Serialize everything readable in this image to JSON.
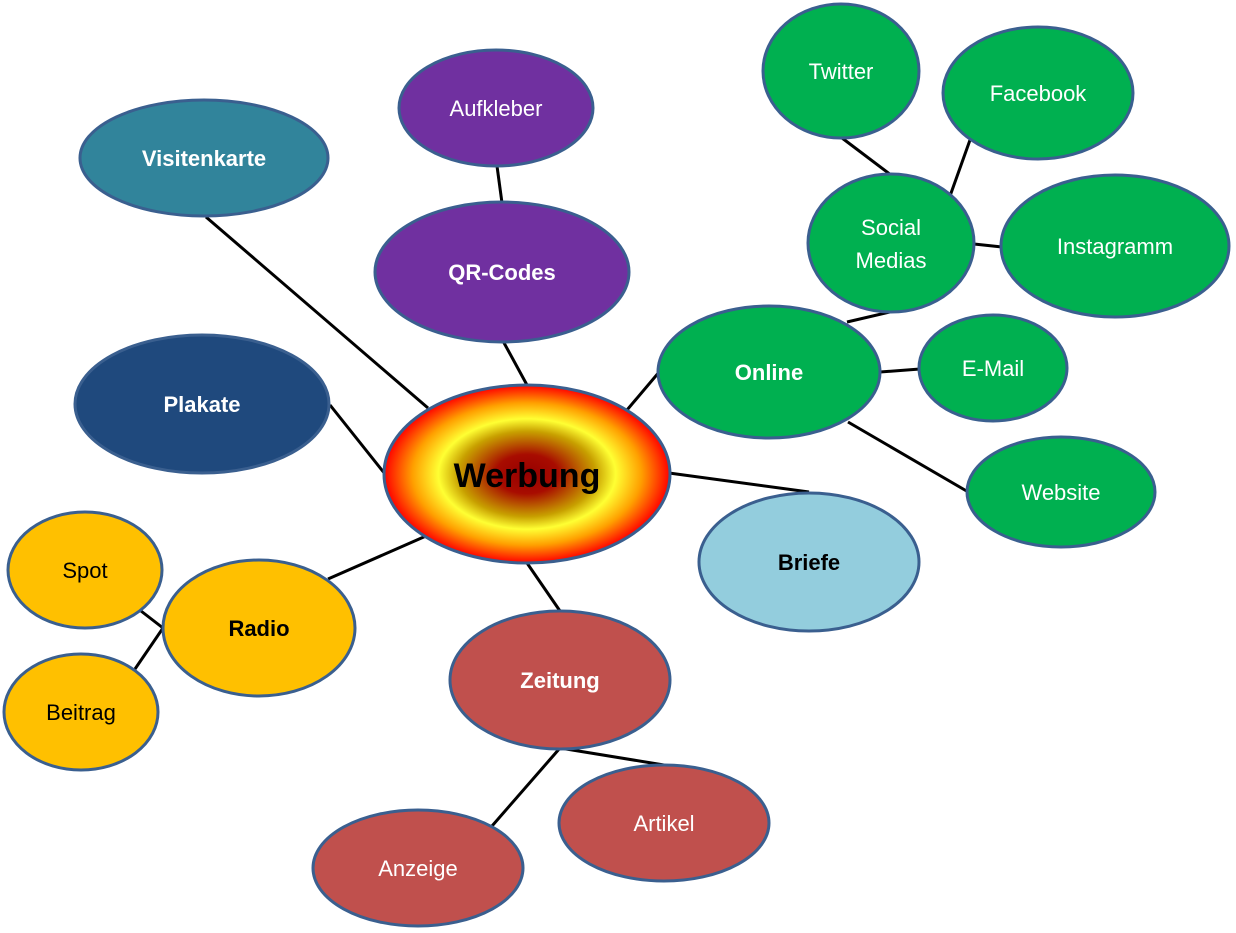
{
  "diagram": {
    "type": "mind-map",
    "center": {
      "id": "werbung",
      "label": "Werbung"
    },
    "nodes": [
      {
        "id": "visitenkarte",
        "label": "Visitenkarte",
        "bold": true,
        "fill": "#31849B"
      },
      {
        "id": "qr",
        "label": "QR-Codes",
        "bold": true,
        "fill": "#7030A0"
      },
      {
        "id": "aufkleber",
        "label": "Aufkleber",
        "bold": false,
        "fill": "#7030A0"
      },
      {
        "id": "plakate",
        "label": "Plakate",
        "bold": true,
        "fill": "#1F497D"
      },
      {
        "id": "online",
        "label": "Online",
        "bold": true,
        "fill": "#00B050"
      },
      {
        "id": "social",
        "label": "Social",
        "label2": "Medias",
        "bold": false,
        "fill": "#00B050"
      },
      {
        "id": "twitter",
        "label": "Twitter",
        "bold": false,
        "fill": "#00B050"
      },
      {
        "id": "facebook",
        "label": "Facebook",
        "bold": false,
        "fill": "#00B050"
      },
      {
        "id": "instagramm",
        "label": "Instagramm",
        "bold": false,
        "fill": "#00B050"
      },
      {
        "id": "email",
        "label": "E-Mail",
        "bold": false,
        "fill": "#00B050"
      },
      {
        "id": "website",
        "label": "Website",
        "bold": false,
        "fill": "#00B050"
      },
      {
        "id": "briefe",
        "label": "Briefe",
        "bold": true,
        "fill": "#93CDDD"
      },
      {
        "id": "radio",
        "label": "Radio",
        "bold": true,
        "fill": "#FFC000"
      },
      {
        "id": "spot",
        "label": "Spot",
        "bold": false,
        "fill": "#FFC000"
      },
      {
        "id": "beitrag",
        "label": "Beitrag",
        "bold": false,
        "fill": "#FFC000"
      },
      {
        "id": "zeitung",
        "label": "Zeitung",
        "bold": true,
        "fill": "#C0504D"
      },
      {
        "id": "artikel",
        "label": "Artikel",
        "bold": false,
        "fill": "#C0504D"
      },
      {
        "id": "anzeige",
        "label": "Anzeige",
        "bold": false,
        "fill": "#C0504D"
      }
    ],
    "edges": [
      [
        "werbung",
        "visitenkarte"
      ],
      [
        "werbung",
        "qr"
      ],
      [
        "qr",
        "aufkleber"
      ],
      [
        "werbung",
        "plakate"
      ],
      [
        "werbung",
        "online"
      ],
      [
        "online",
        "social"
      ],
      [
        "social",
        "twitter"
      ],
      [
        "social",
        "facebook"
      ],
      [
        "social",
        "instagramm"
      ],
      [
        "online",
        "email"
      ],
      [
        "online",
        "website"
      ],
      [
        "werbung",
        "briefe"
      ],
      [
        "werbung",
        "radio"
      ],
      [
        "radio",
        "spot"
      ],
      [
        "radio",
        "beitrag"
      ],
      [
        "werbung",
        "zeitung"
      ],
      [
        "zeitung",
        "artikel"
      ],
      [
        "zeitung",
        "anzeige"
      ]
    ],
    "colors": {
      "outline": "#3A5F8F",
      "connector": "#000000",
      "text_light": "#FFFFFF",
      "text_dark": "#000000"
    }
  }
}
